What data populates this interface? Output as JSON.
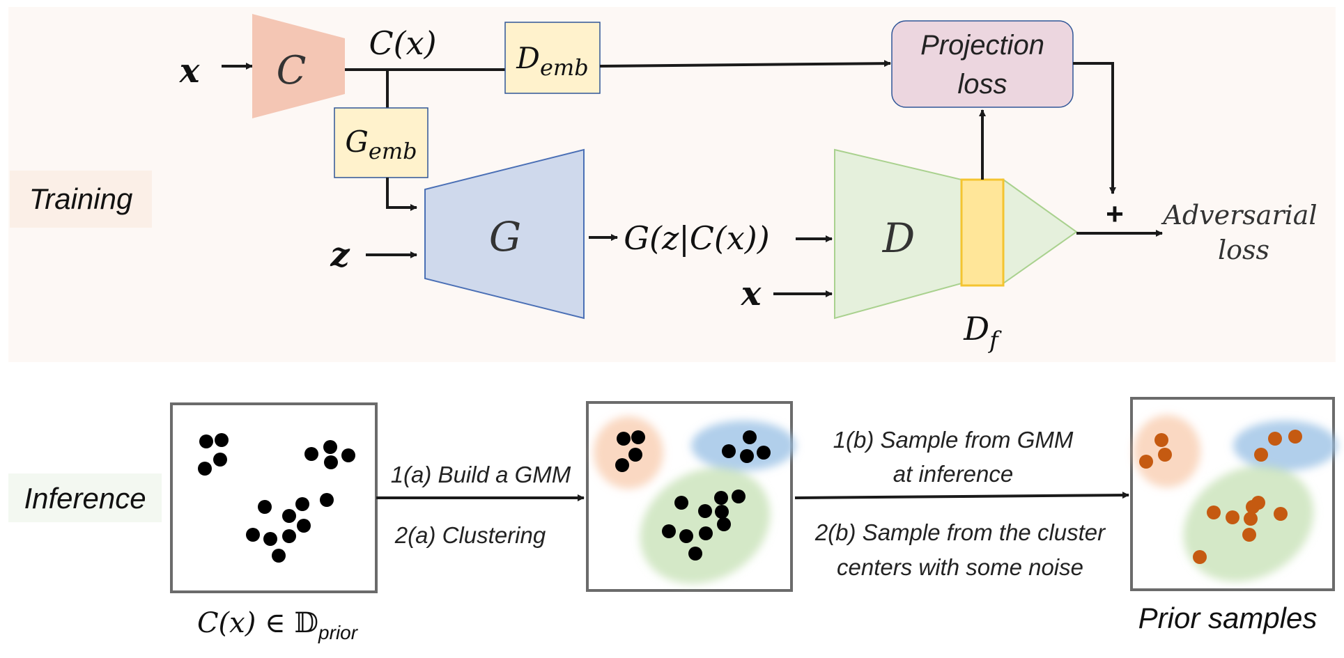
{
  "training": {
    "section_label": "Training",
    "x_input": "x",
    "c_encoder": "C",
    "c_output": "C(x)",
    "d_emb": {
      "base": "D",
      "sub": "emb"
    },
    "g_emb": {
      "base": "G",
      "sub": "emb"
    },
    "projection_loss_line1": "Projection",
    "projection_loss_line2": "loss",
    "z_input": "z",
    "generator": "G",
    "generator_output": "G(z|C(x))",
    "discriminator": "D",
    "x_real_input": "x",
    "d_f": {
      "base": "D",
      "sub": "f"
    },
    "plus": "+",
    "adversarial_line1": "Adversarial",
    "adversarial_line2": "loss"
  },
  "inference": {
    "section_label": "Inference",
    "step_1a": "1(a) Build a GMM",
    "step_2a": "2(a) Clustering",
    "step_1b_line1": "1(b) Sample from GMM",
    "step_1b_line2": "at inference",
    "step_2b_line1": "2(b) Sample from the cluster",
    "step_2b_line2": "centers with some noise",
    "prior_caption_main": "C(x) ∈ ",
    "prior_caption_set": "𝔻",
    "prior_caption_sub": "prior",
    "output_caption": "Prior samples"
  },
  "colors": {
    "training_bg": "#fdf8f5",
    "training_label_bg": "#fbefe7",
    "inference_label_bg": "#f3f8f1",
    "encoder_fill": "#f4c6b4",
    "generator_fill": "#cfd9ec",
    "generator_stroke": "#4a6fb5",
    "discriminator_fill": "#e5f0dc",
    "discriminator_stroke": "#a9d18e",
    "emb_fill": "#fff2cc",
    "emb_stroke": "#2f5597",
    "projection_fill": "#ecd6df",
    "projection_stroke": "#2f5597",
    "df_fill": "#ffe699",
    "df_stroke": "#f4c430",
    "cluster_orange": "#f8cbad",
    "cluster_blue": "#9dc3e6",
    "cluster_green": "#c5e0b4",
    "sample_dot": "#c55a11",
    "data_dot": "#000000"
  }
}
